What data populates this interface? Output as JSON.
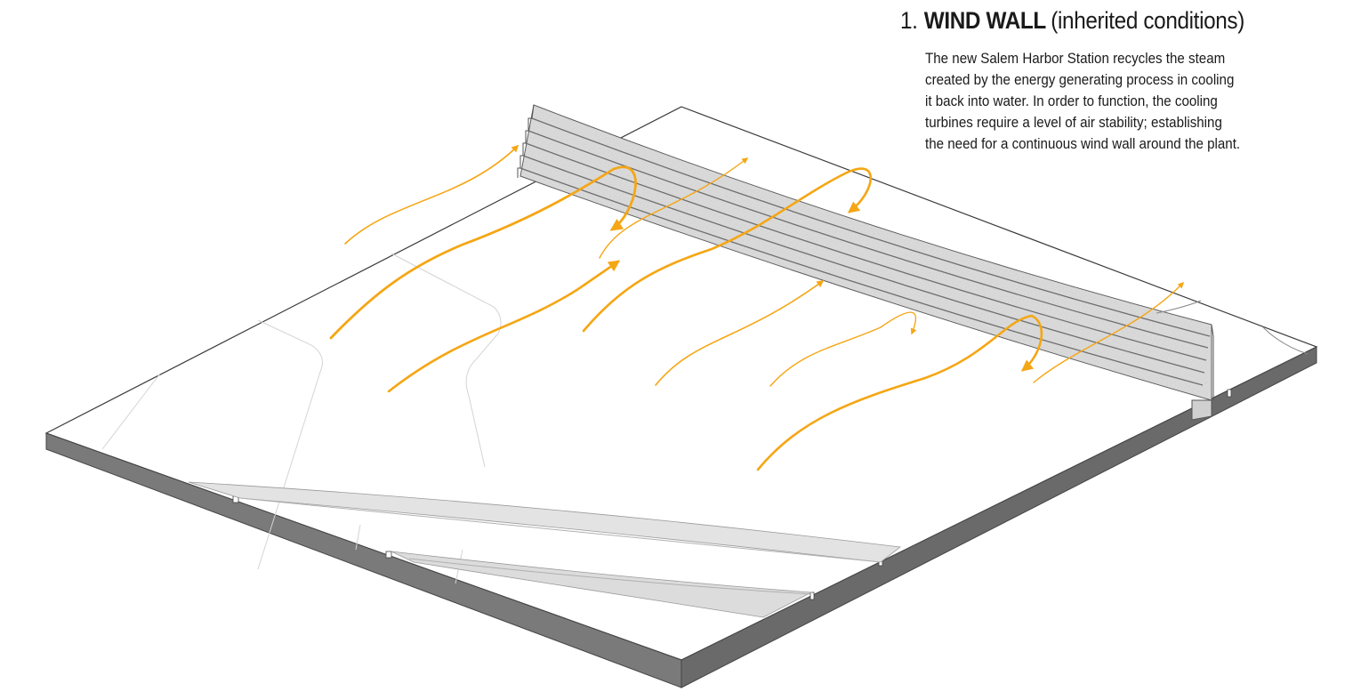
{
  "heading": {
    "number": "1.",
    "title": "WIND WALL",
    "subtitle": "(inherited conditions)"
  },
  "description": {
    "lines": [
      "The new Salem Harbor Station recycles the steam",
      "created by the energy generating process in cooling",
      "it back into water.  In order to function, the cooling",
      "turbines require a level of air stability; establishing",
      "the need for a continuous wind wall around the plant."
    ]
  },
  "colors": {
    "wind_arrow": "#f5a614",
    "platform_side": "#7a7a7a",
    "platform_top": "#ffffff",
    "wall_surface": "#dcdcdc",
    "text": "#1a1a1a"
  }
}
